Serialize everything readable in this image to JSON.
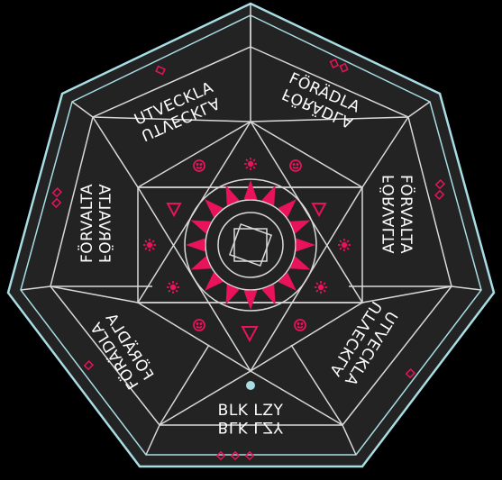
{
  "labels": {
    "top_left": "UTVECKLA",
    "top_right": "FÖRÄDLA",
    "right": "FÖRVALTA",
    "bottom_right": "UTVECKLA",
    "bottom": "BLK LZY",
    "bottom_left": "FÖRÄDLA",
    "left": "FÖRVALTA"
  },
  "colors": {
    "background": "#000000",
    "board": "#232323",
    "border": "#a8dde4",
    "line": "#d9d9d9",
    "accent": "#e8135b"
  },
  "icons": {
    "corner_marks": "diamond-pair-icon",
    "top_left_symbol": "smiley-icon",
    "top_center_symbol": "sun-icon",
    "top_right_symbol": "smiley-icon",
    "left_symbol": "sun-icon",
    "right_symbol": "sun-icon",
    "upper_left_symbol": "triangle-down-icon",
    "upper_right_symbol": "triangle-down-icon",
    "lower_left_symbol": "sun-icon",
    "lower_right_symbol": "sun-icon",
    "bottom_left_symbol": "smiley-icon",
    "bottom_center_symbol": "triangle-down-icon",
    "bottom_right_symbol": "smiley-icon",
    "center": "sunburst-mandala-icon",
    "bottom_dot": "dot-icon"
  }
}
